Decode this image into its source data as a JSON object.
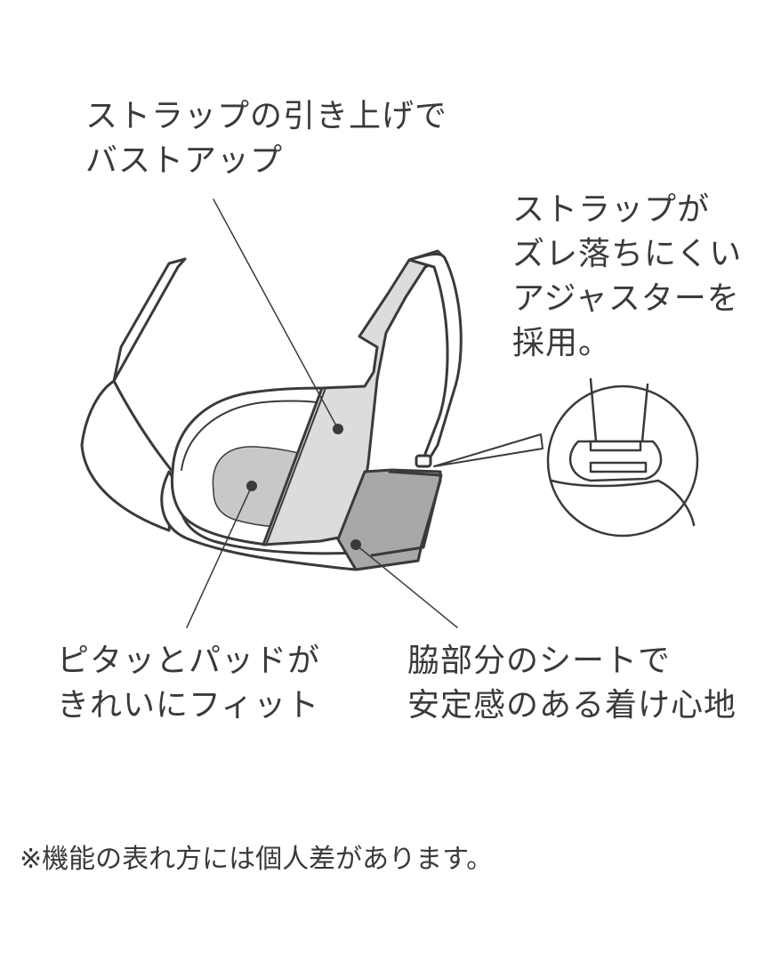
{
  "labels": {
    "strap_lift": [
      "ストラップの引き上げで",
      "バストアップ"
    ],
    "adjuster": [
      "ストラップが",
      "ズレ落ちにくい",
      "アジャスターを",
      "採用。"
    ],
    "pad_fit": [
      "ピタッとパッドが",
      "きれいにフィット"
    ],
    "side_sheet": [
      "脇部分のシートで",
      "安定感のある着け心地"
    ]
  },
  "footnote": "※機能の表れ方には個人差があります。",
  "colors": {
    "outline": "#3a3a3a",
    "pad": "#c8c8c8",
    "strap_panel": "#dcdcdc",
    "side_panel": "#a8a8a8",
    "text": "#3a3a3a"
  }
}
